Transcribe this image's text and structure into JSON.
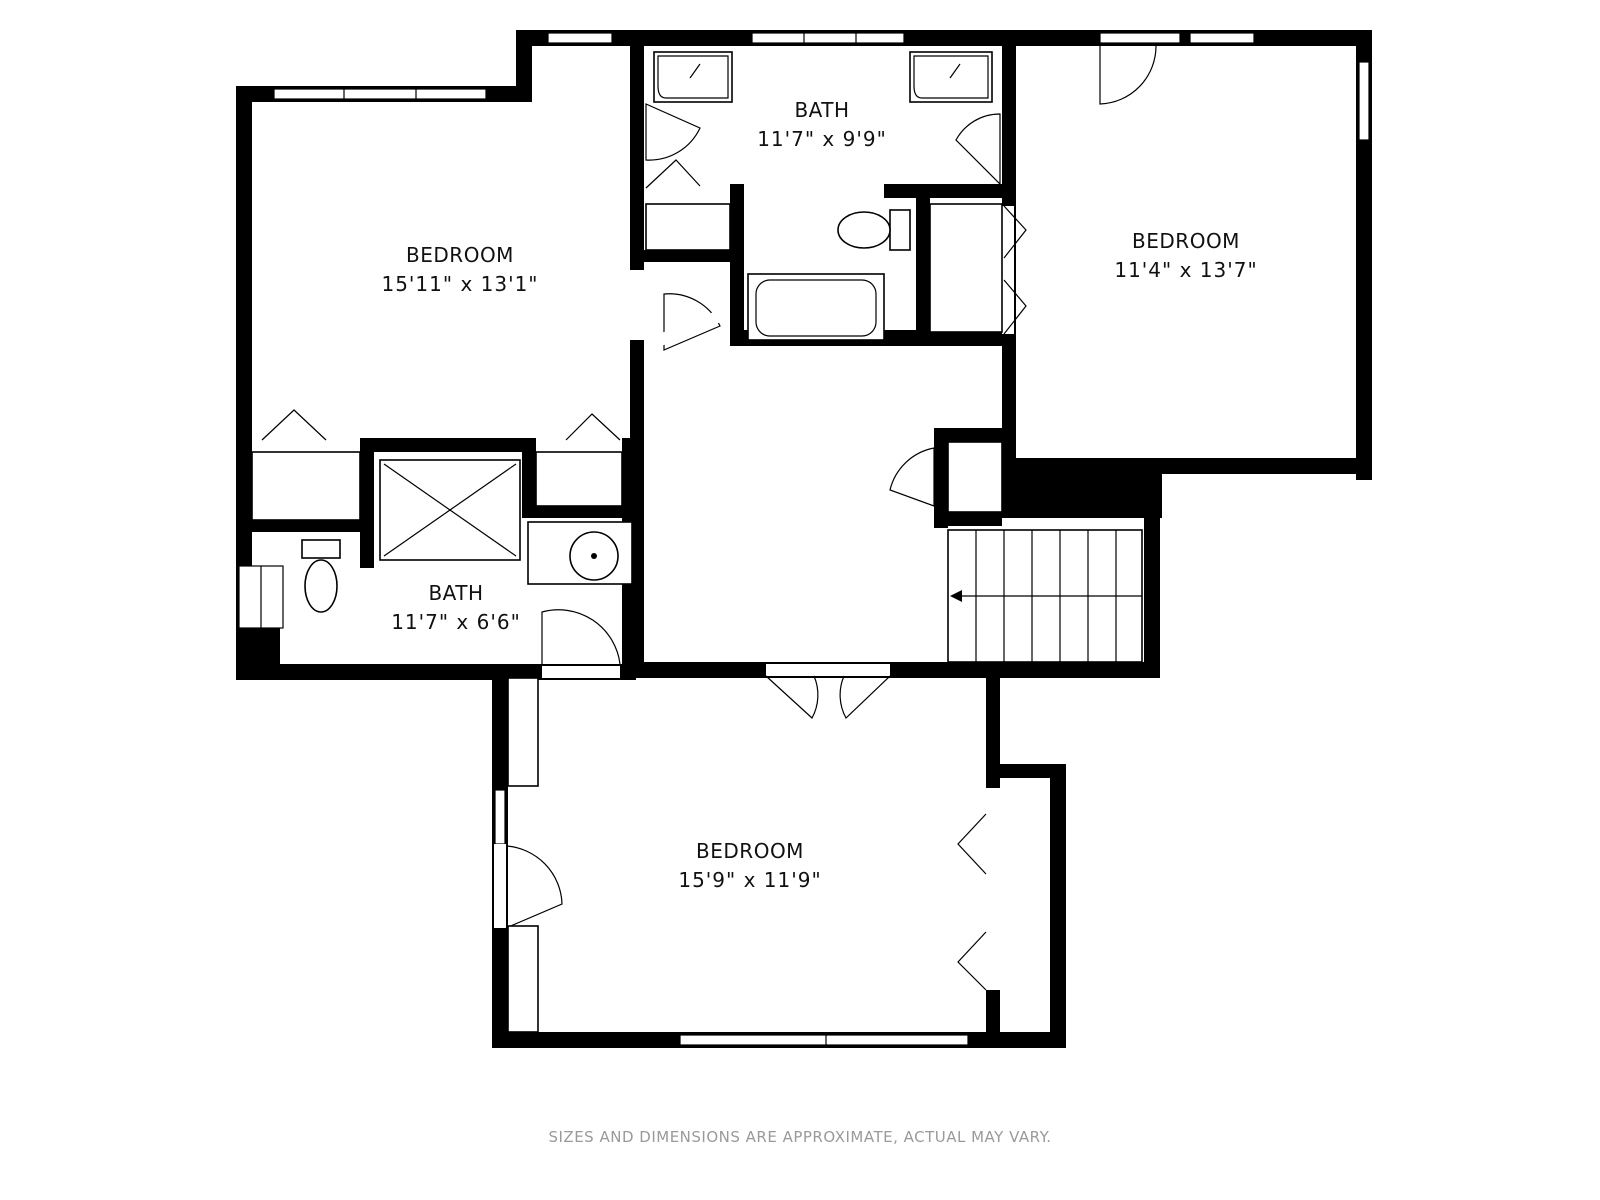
{
  "floorplan": {
    "rooms": [
      {
        "id": "bedroom-nw",
        "name": "BEDROOM",
        "dimensions": "15'11\" x 13'1\""
      },
      {
        "id": "bath-top",
        "name": "BATH",
        "dimensions": "11'7\" x 9'9\""
      },
      {
        "id": "bedroom-ne",
        "name": "BEDROOM",
        "dimensions": "11'4\" x 13'7\""
      },
      {
        "id": "bath-left",
        "name": "BATH",
        "dimensions": "11'7\" x 6'6\""
      },
      {
        "id": "bedroom-s",
        "name": "BEDROOM",
        "dimensions": "15'9\" x 11'9\""
      }
    ],
    "disclaimer": "SIZES AND DIMENSIONS ARE APPROXIMATE, ACTUAL MAY VARY."
  },
  "colors": {
    "wall": "#000000",
    "background": "#ffffff",
    "disclaimer": "#9a9a9a"
  }
}
